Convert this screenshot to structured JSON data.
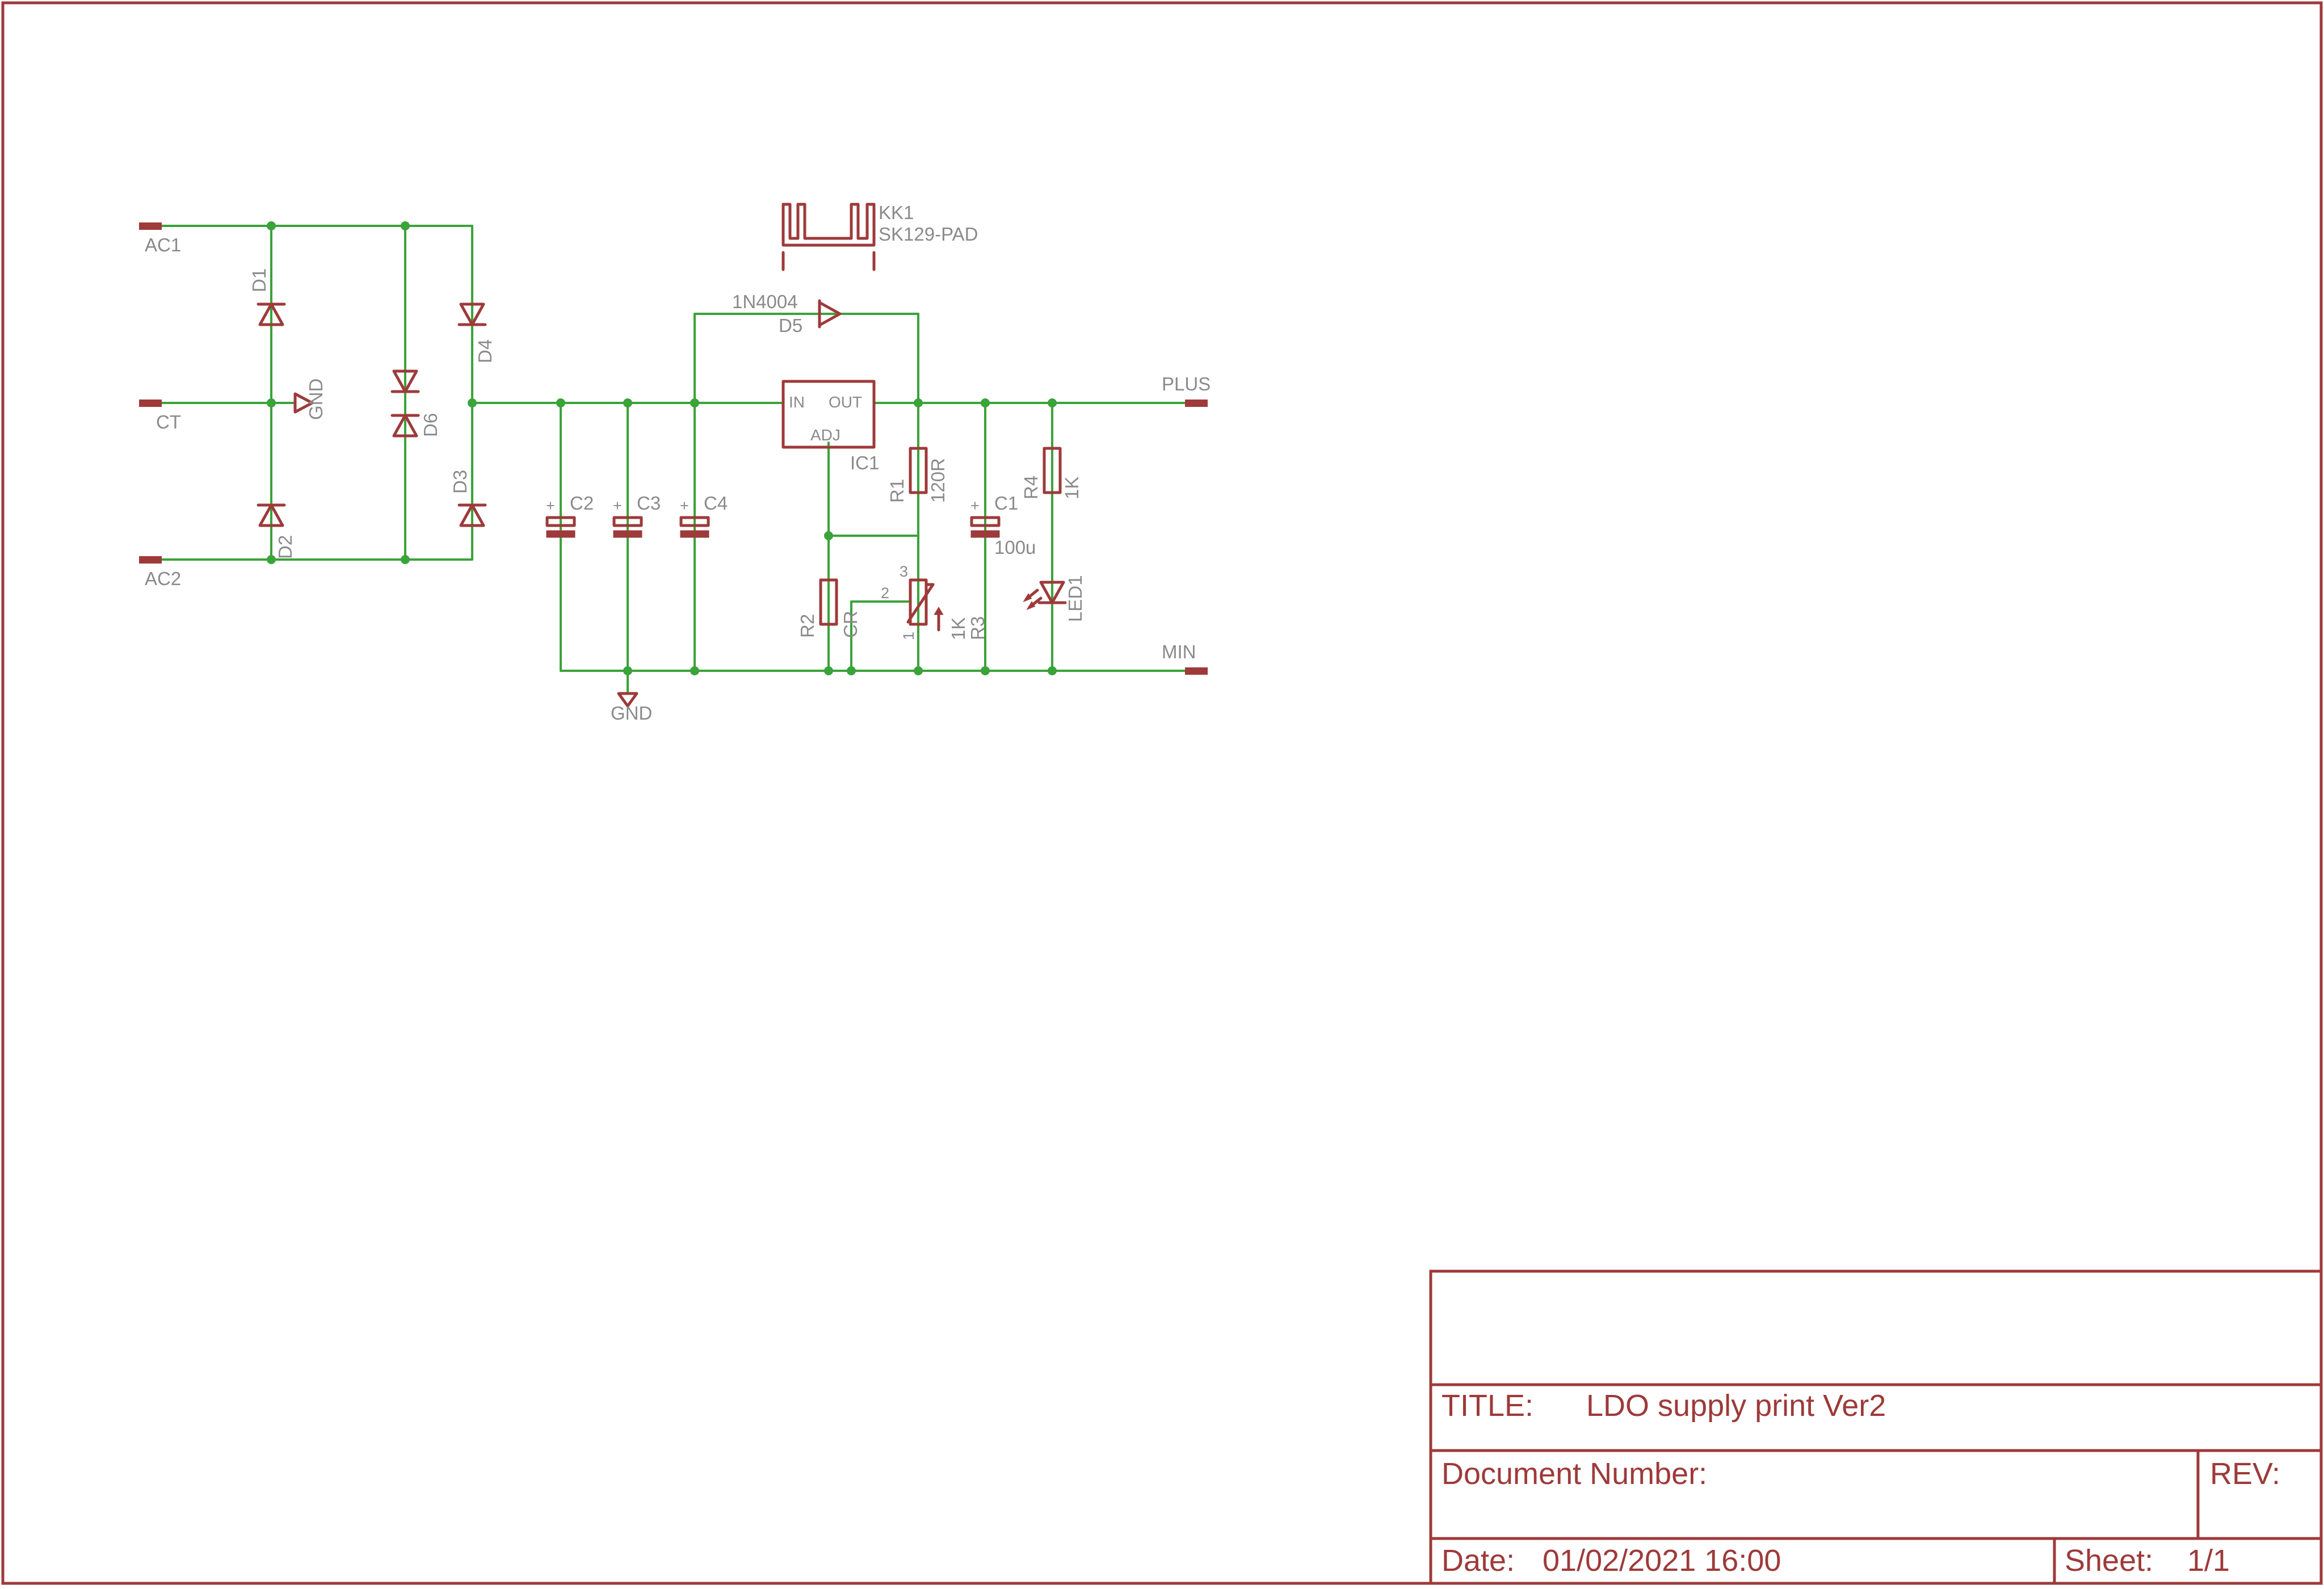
{
  "labels": {
    "ac1": "AC1",
    "ct": "CT",
    "ac2": "AC2",
    "d1": "D1",
    "d2": "D2",
    "d3": "D3",
    "d4": "D4",
    "d5": "D5",
    "d5_value": "1N4004",
    "d6": "D6",
    "gnd_left": "GND",
    "gnd_bottom": "GND",
    "c1": "C1",
    "c1_value": "100u",
    "c2": "C2",
    "c3": "C3",
    "c4": "C4",
    "ic1": "IC1",
    "ic_in": "IN",
    "ic_out": "OUT",
    "ic_adj": "ADJ",
    "r1": "R1",
    "r1_value": "120R",
    "r2": "R2",
    "r2_value": "CR",
    "r3": "R3",
    "r3_value": "1K",
    "r4": "R4",
    "r4_value": "1K",
    "led1": "LED1",
    "kk1": "KK1",
    "kk1_value": "SK129-PAD",
    "plus": "PLUS",
    "min": "MIN",
    "pin1": "1",
    "pin2": "2",
    "pin3": "3",
    "plus_sign": "+"
  },
  "title_block": {
    "title_label": "TITLE:",
    "title_value": "LDO supply print Ver2",
    "docnum_label": "Document Number:",
    "rev_label": "REV:",
    "date_label": "Date:",
    "date_value": "01/02/2021 16:00",
    "sheet_label": "Sheet:",
    "sheet_value": "1/1"
  },
  "colors": {
    "symbol": "#9e3a3a",
    "wire": "#3aa33a",
    "label": "#8a8a8a"
  }
}
